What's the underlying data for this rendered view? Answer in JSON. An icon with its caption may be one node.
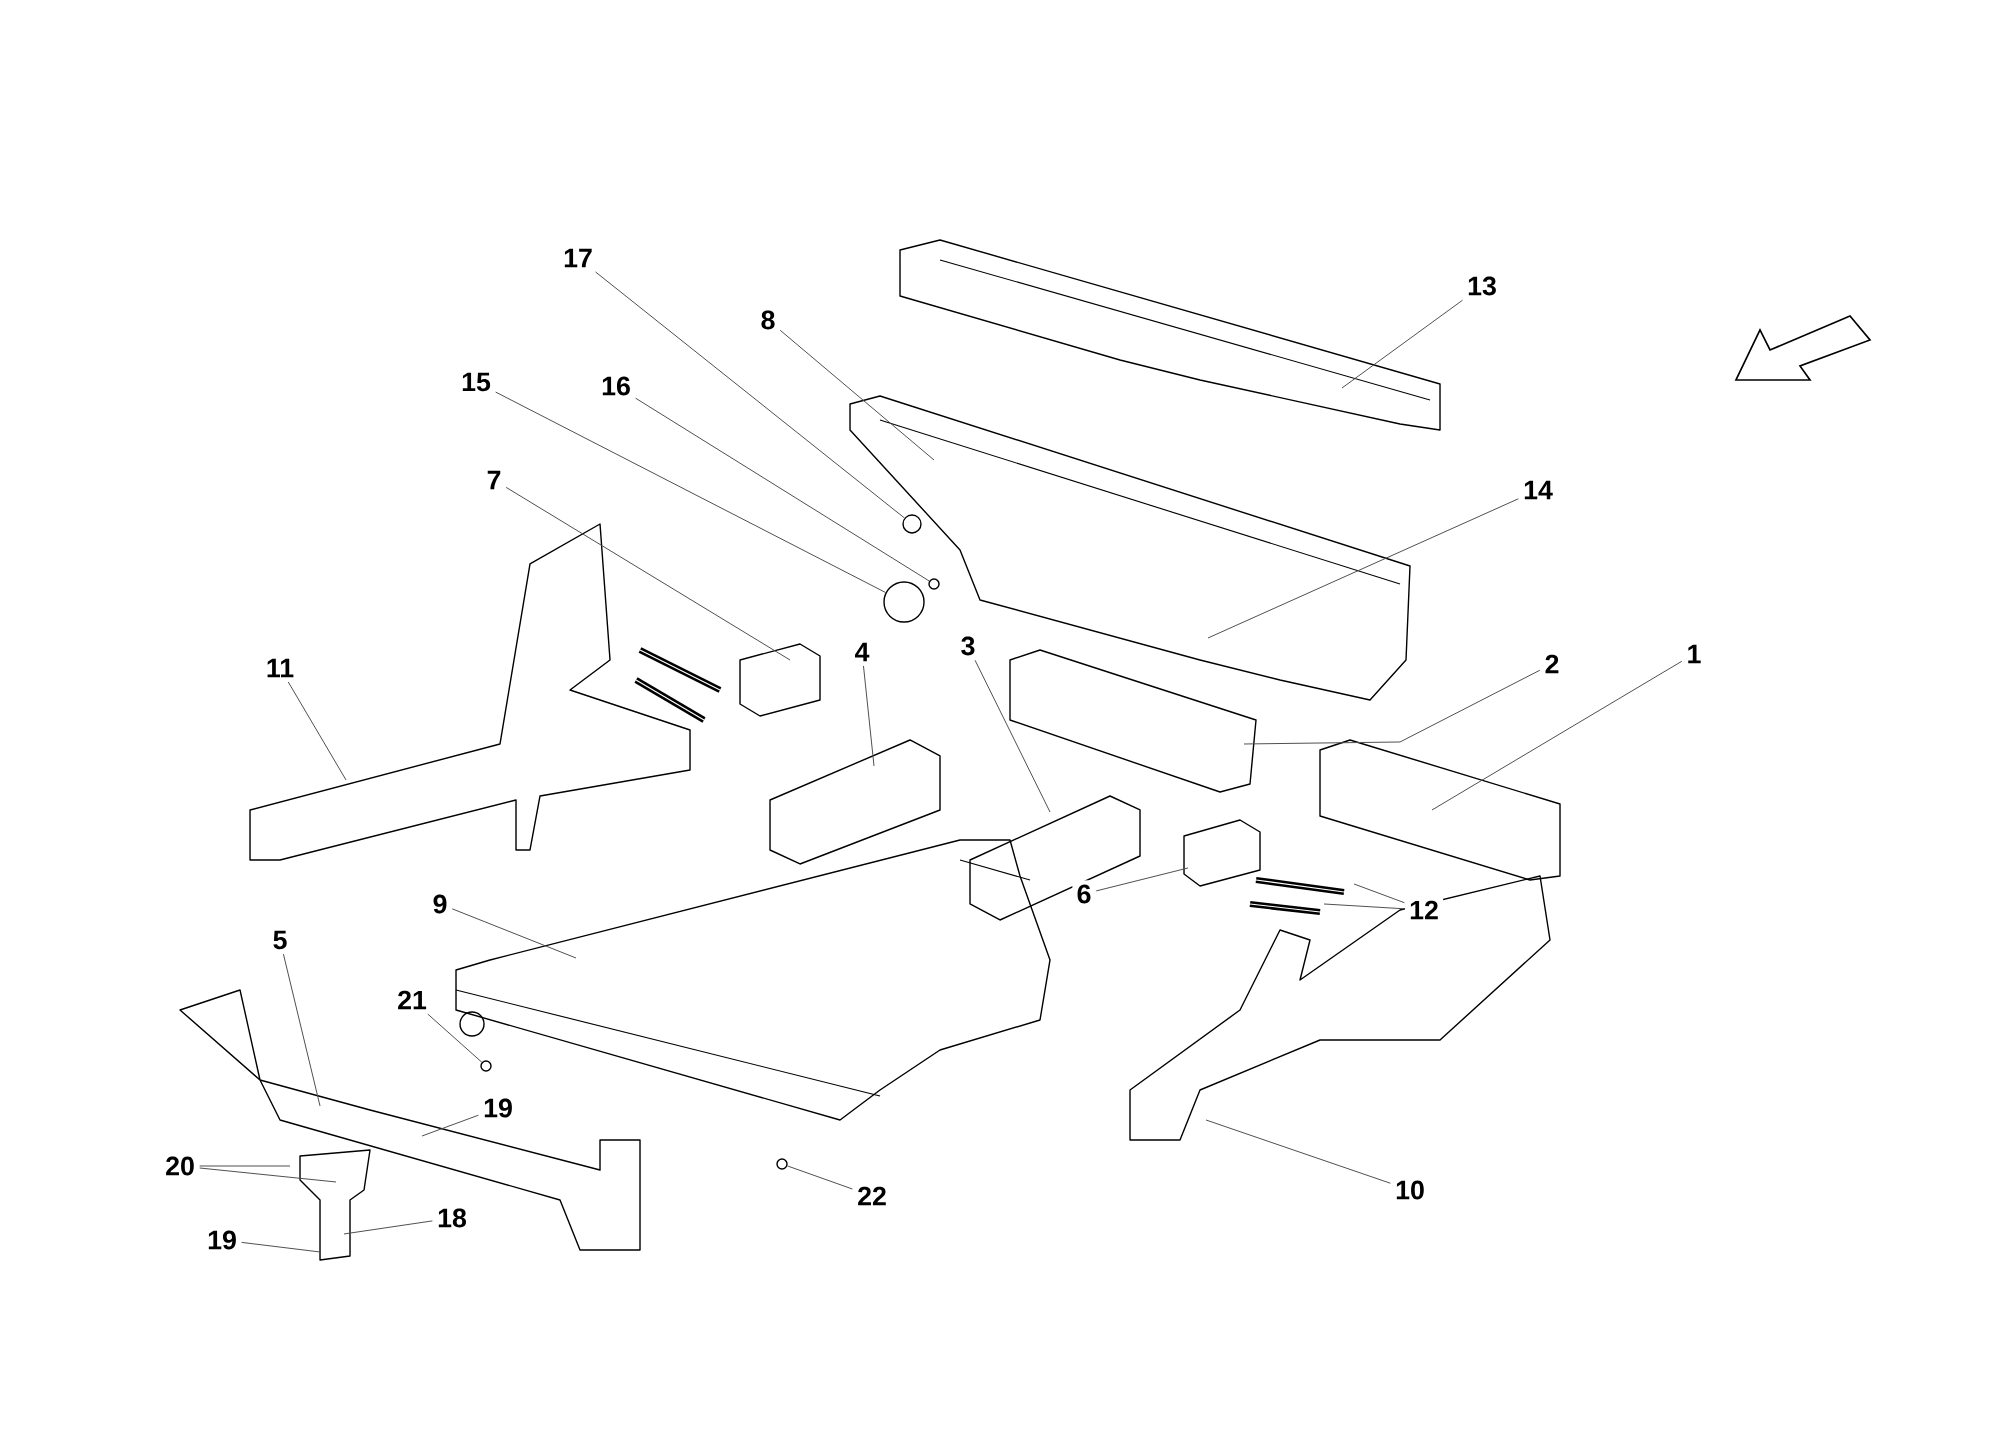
{
  "diagram": {
    "nodes": [
      {
        "text": [
          "13"
        ]
      },
      {
        "text": [
          "17"
        ]
      },
      {
        "text": [
          "8"
        ]
      },
      {
        "text": [
          "15"
        ]
      },
      {
        "text": [
          "16"
        ]
      },
      {
        "text": [
          "7"
        ]
      },
      {
        "text": [
          "14"
        ]
      },
      {
        "text": [
          "11"
        ]
      },
      {
        "text": [
          "4"
        ]
      },
      {
        "text": [
          "3"
        ]
      },
      {
        "text": [
          "2"
        ]
      },
      {
        "text": [
          "1"
        ]
      },
      {
        "text": [
          "6"
        ]
      },
      {
        "text": [
          "12"
        ]
      },
      {
        "text": [
          "9"
        ]
      },
      {
        "text": [
          "5"
        ]
      },
      {
        "text": [
          "21"
        ]
      },
      {
        "text": [
          "19"
        ]
      },
      {
        "text": [
          "20"
        ]
      },
      {
        "text": [
          "10"
        ]
      },
      {
        "text": [
          "22"
        ]
      },
      {
        "text": [
          "18"
        ]
      },
      {
        "text": [
          "19"
        ]
      },
      {
        "text": [],
        "shape": "circle"
      },
      {
        "text": [],
        "shape": "circle"
      },
      {
        "text": [],
        "shape": "circle"
      },
      {
        "text": [],
        "shape": "circle"
      },
      {
        "text": [],
        "shape": "circle"
      }
    ],
    "edges": [
      {
        "from": 0,
        "to": null,
        "arrow": "none"
      },
      {
        "from": 1,
        "to": 25,
        "arrow": "none"
      },
      {
        "from": 2,
        "to": null,
        "arrow": "none"
      },
      {
        "from": 3,
        "to": 23,
        "arrow": "none"
      },
      {
        "from": 4,
        "to": 24,
        "arrow": "none"
      },
      {
        "from": 5,
        "to": null,
        "arrow": "none"
      },
      {
        "from": 6,
        "to": null,
        "arrow": "none"
      },
      {
        "from": 7,
        "to": null,
        "arrow": "none"
      },
      {
        "from": 8,
        "to": null,
        "arrow": "none"
      },
      {
        "from": 9,
        "to": null,
        "arrow": "none"
      },
      {
        "from": 10,
        "to": null,
        "arrow": "none"
      },
      {
        "from": 11,
        "to": null,
        "arrow": "none"
      },
      {
        "from": 12,
        "to": null,
        "arrow": "none"
      },
      {
        "from": 13,
        "to": null,
        "arrow": "none"
      },
      {
        "from": 13,
        "to": null,
        "arrow": "none"
      },
      {
        "from": 14,
        "to": null,
        "arrow": "none"
      },
      {
        "from": 15,
        "to": null,
        "arrow": "none"
      },
      {
        "from": 16,
        "to": 26,
        "arrow": "none"
      },
      {
        "from": 17,
        "to": null,
        "arrow": "none"
      },
      {
        "from": 18,
        "to": null,
        "arrow": "none"
      },
      {
        "from": 18,
        "to": null,
        "arrow": "none"
      },
      {
        "from": 19,
        "to": null,
        "arrow": "none"
      },
      {
        "from": 20,
        "to": 27,
        "arrow": "none"
      },
      {
        "from": 21,
        "to": null,
        "arrow": "none"
      },
      {
        "from": 22,
        "to": null,
        "arrow": "none"
      }
    ]
  }
}
